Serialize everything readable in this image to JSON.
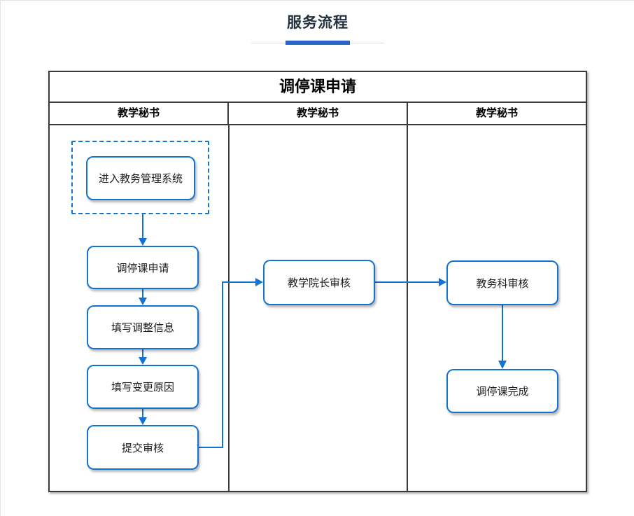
{
  "page": {
    "header": {
      "title": "服务流程"
    }
  },
  "flowchart": {
    "title": "调停课申请",
    "lanes": [
      {
        "label": "教学秘书"
      },
      {
        "label": "教学秘书"
      },
      {
        "label": "教学秘书"
      }
    ],
    "nodes": [
      {
        "id": "enter-system",
        "label": "进入教务管理系统",
        "lane": 0,
        "grouped": "dashed-container"
      },
      {
        "id": "apply",
        "label": "调停课申请",
        "lane": 0
      },
      {
        "id": "fill-adjust-info",
        "label": "填写调整信息",
        "lane": 0
      },
      {
        "id": "fill-change-reason",
        "label": "填写变更原因",
        "lane": 0
      },
      {
        "id": "submit-review",
        "label": "提交审核",
        "lane": 0
      },
      {
        "id": "dean-review",
        "label": "教学院长审核",
        "lane": 1
      },
      {
        "id": "academic-office-review",
        "label": "教务科审核",
        "lane": 2
      },
      {
        "id": "complete",
        "label": "调停课完成",
        "lane": 2
      }
    ],
    "edges": [
      {
        "from": "enter-system",
        "to": "apply"
      },
      {
        "from": "apply",
        "to": "fill-adjust-info"
      },
      {
        "from": "fill-adjust-info",
        "to": "fill-change-reason"
      },
      {
        "from": "fill-change-reason",
        "to": "submit-review"
      },
      {
        "from": "submit-review",
        "to": "dean-review"
      },
      {
        "from": "dean-review",
        "to": "academic-office-review"
      },
      {
        "from": "academic-office-review",
        "to": "complete"
      }
    ],
    "colors": {
      "node_border": "#1273d4",
      "arrow": "#1273d4",
      "lane_border": "#3a3a3a",
      "title_underline": "#2a63c6"
    }
  }
}
